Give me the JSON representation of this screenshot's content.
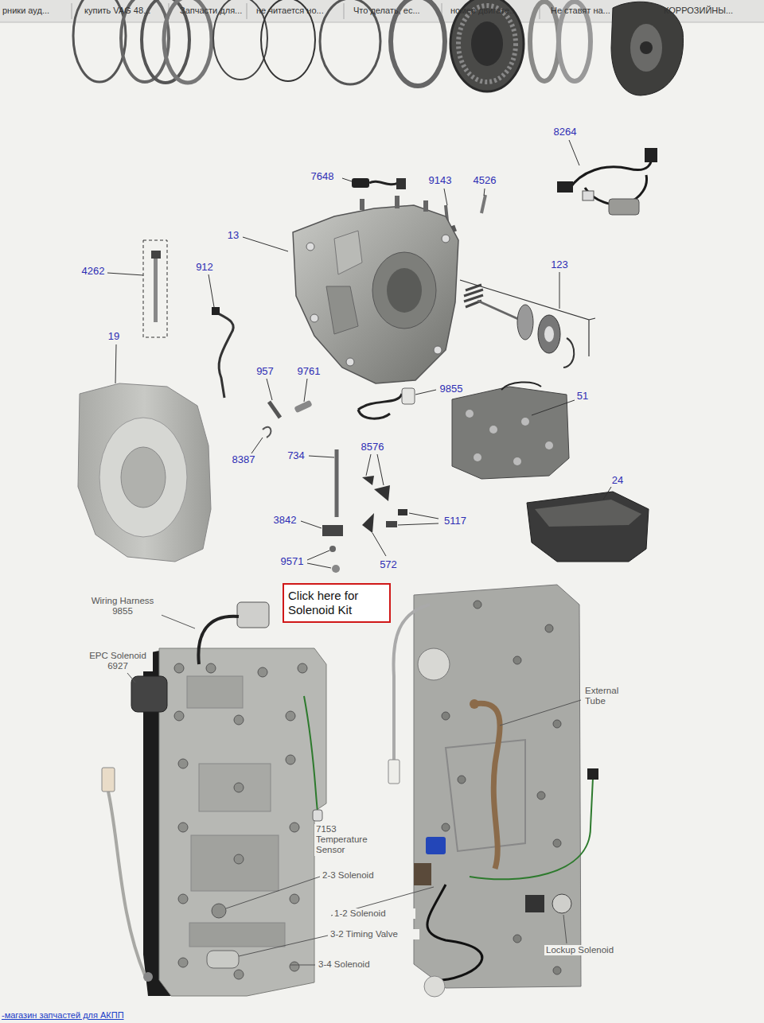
{
  "diagram": {
    "nodes": [
      {
        "text": [
          "Click here for Solenoid Kit"
        ]
      }
    ],
    "labels": [
      "рники ауд...",
      "купить VAG 48...",
      "Запчасти для...",
      "не читается но...",
      "Что делать, ес...",
      "номер двигате...",
      "Не ставят на...",
      "КОРРОЗИЙНЫ...",
      "8264",
      "7648",
      "9143",
      "4526",
      "13",
      "123",
      "4262",
      "912",
      "19",
      "957",
      "9761",
      "9855",
      "51",
      "8387",
      "734",
      "8576",
      "24",
      "3842",
      "5117",
      "9571",
      "572",
      "Wiring Harness 9855",
      "EPC Solenoid 6927",
      "External Tube",
      "7153 Temperature Sensor",
      "2-3 Solenoid",
      "1-2 Solenoid",
      "3-2 Timing Valve",
      "3-4 Solenoid",
      "Lockup Solenoid",
      "-магазин запчастей для АКПП"
    ]
  }
}
